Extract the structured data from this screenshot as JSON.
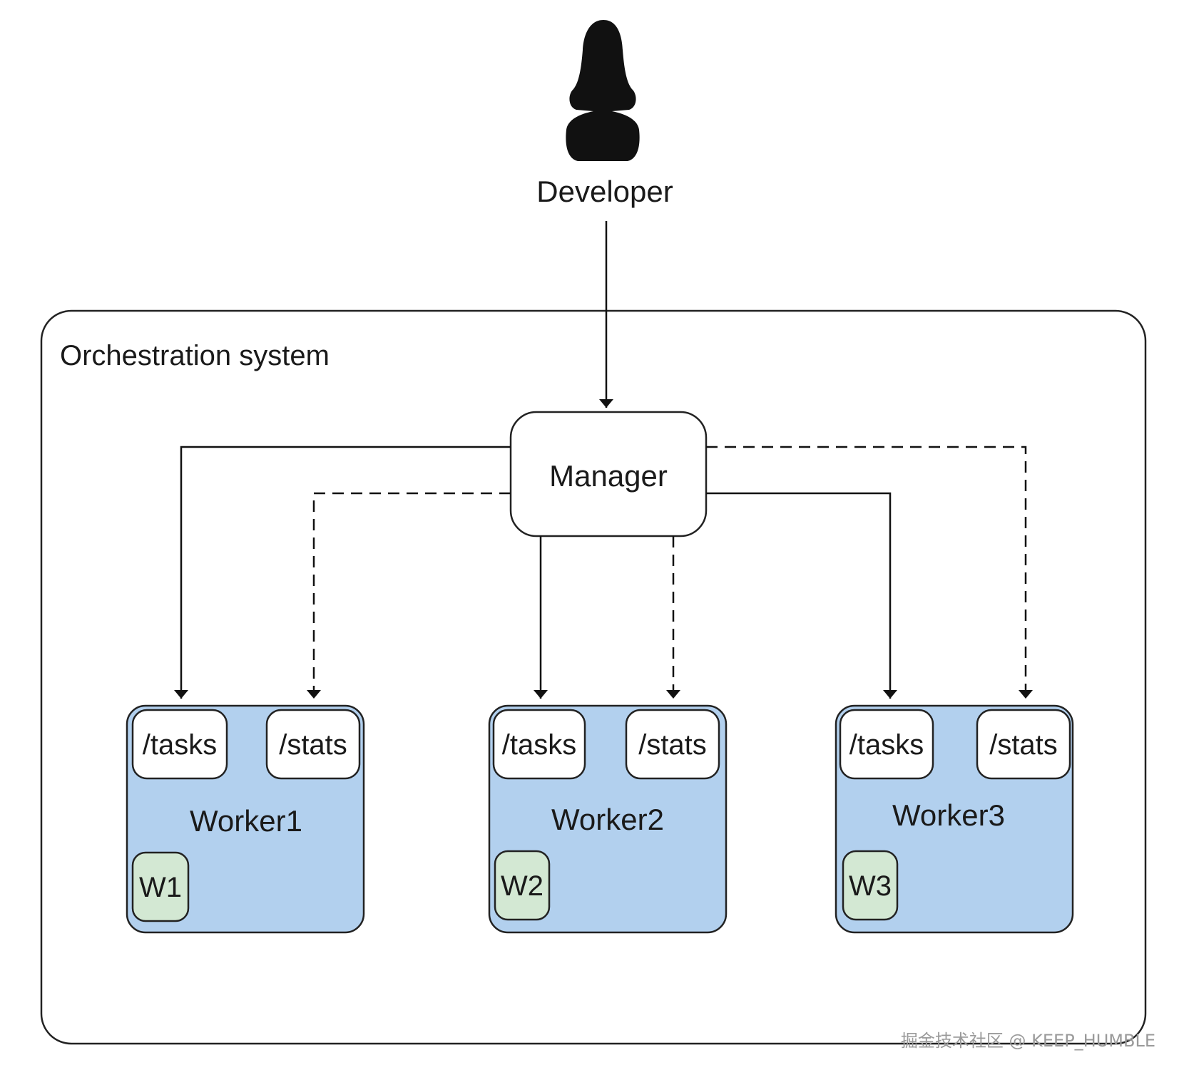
{
  "actor": {
    "label": "Developer"
  },
  "system": {
    "label": "Orchestration system"
  },
  "manager": {
    "label": "Manager"
  },
  "workers": [
    {
      "name": "Worker1",
      "tasks": "/tasks",
      "stats": "/stats",
      "badge": "W1"
    },
    {
      "name": "Worker2",
      "tasks": "/tasks",
      "stats": "/stats",
      "badge": "W2"
    },
    {
      "name": "Worker3",
      "tasks": "/tasks",
      "stats": "/stats",
      "badge": "W3"
    }
  ],
  "watermark": "掘金技术社区 @ KEEP_HUMBLE",
  "colors": {
    "worker_fill": "#b2d0ee",
    "badge_fill": "#d3e8d3",
    "stroke": "#222222"
  }
}
